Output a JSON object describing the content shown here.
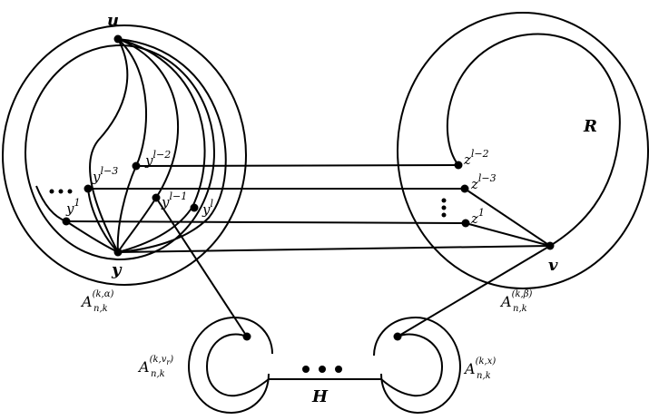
{
  "labels": {
    "u": "u",
    "y": "y",
    "v": "v",
    "R": "R",
    "H": "H",
    "y_l_minus_3": {
      "base": "y",
      "sup": "l−3"
    },
    "y_l_minus_2": {
      "base": "y",
      "sup": "l−2"
    },
    "y_l_minus_1": {
      "base": "y",
      "sup": "l−1"
    },
    "y_l": {
      "base": "y",
      "sup": "l"
    },
    "y_1": {
      "base": "y",
      "sup": "1"
    },
    "z_l_minus_2": {
      "base": "z",
      "sup": "l−2"
    },
    "z_l_minus_3": {
      "base": "z",
      "sup": "l−3"
    },
    "z_1": {
      "base": "z",
      "sup": "1"
    },
    "A_alpha": {
      "base": "A",
      "sup": "(k,α)",
      "sub": "n,k"
    },
    "A_beta": {
      "base": "A",
      "sup": "(k,β)",
      "sub": "n,k"
    },
    "A_vr": {
      "base": "A",
      "sup": "(k,v",
      "sup_sub": "r",
      "sup_end": ")",
      "sub": "n,k"
    },
    "A_x": {
      "base": "A",
      "sup": "(k,x)",
      "sub": "n,k"
    }
  }
}
